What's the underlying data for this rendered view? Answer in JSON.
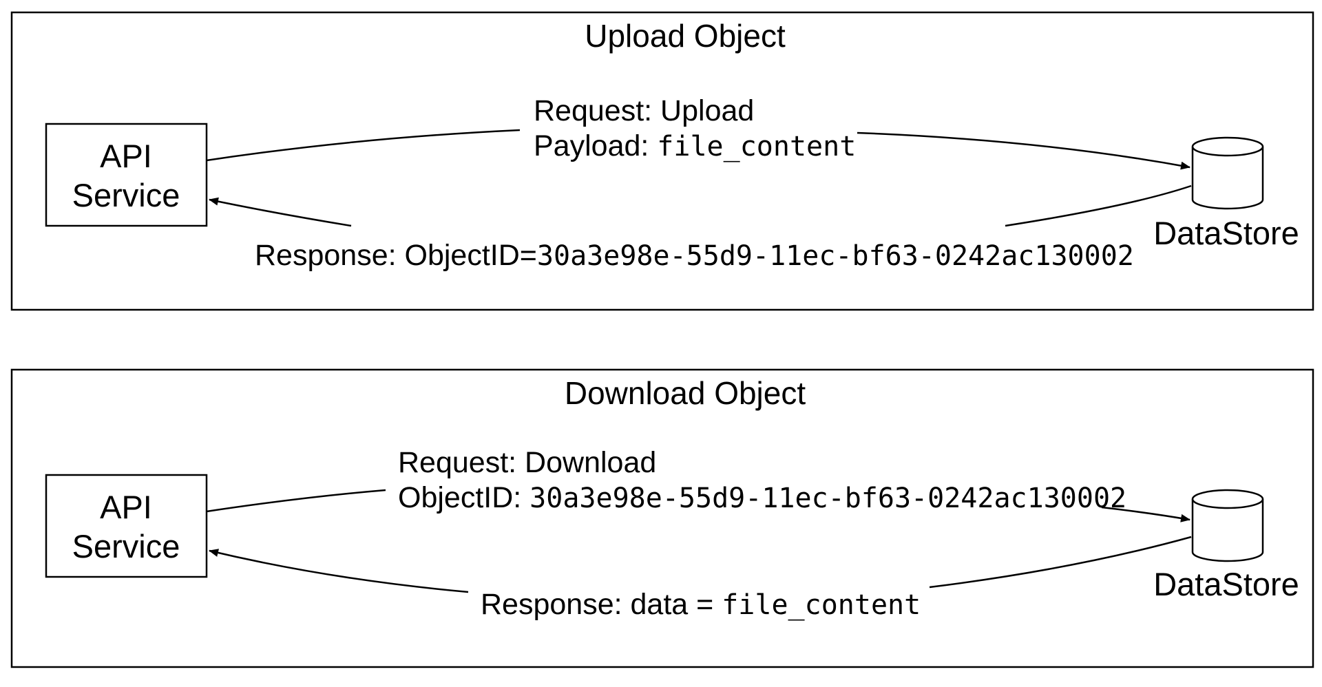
{
  "panels": [
    {
      "title": "Upload Object",
      "service": [
        "API",
        "Service"
      ],
      "store": "DataStore",
      "request_line1": "Request: Upload",
      "request_line2_prefix": "Payload: ",
      "request_line2_code": "file_content",
      "response_prefix": "Response: ObjectID=",
      "response_code": "30a3e98e-55d9-11ec-bf63-0242ac130002"
    },
    {
      "title": "Download Object",
      "service": [
        "API",
        "Service"
      ],
      "store": "DataStore",
      "request_line1": "Request: Download",
      "request_line2_prefix": "ObjectID: ",
      "request_line2_code": "30a3e98e-55d9-11ec-bf63-0242ac130002",
      "response_prefix": "Response: data = ",
      "response_code": "file_content"
    }
  ]
}
